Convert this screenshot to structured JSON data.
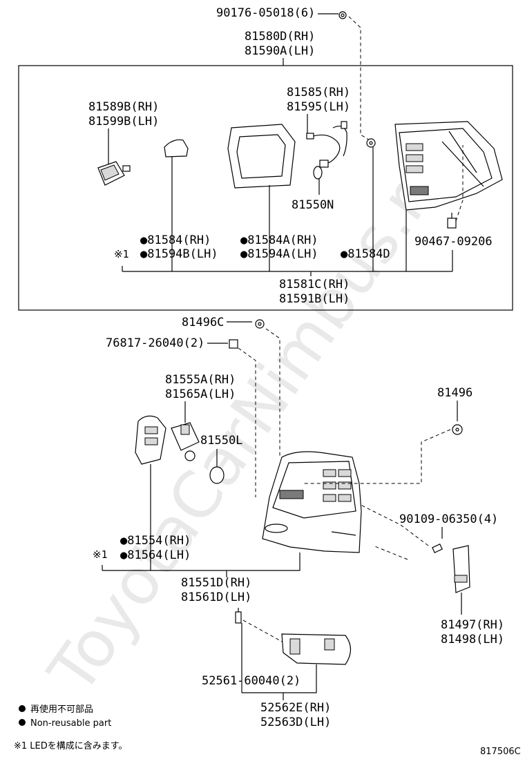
{
  "watermark": "ToyotaCarNimbus.ru",
  "upper": {
    "p_90176": "90176-05018(6)",
    "p_81580": "81580D(RH)",
    "p_81590": "81590A(LH)",
    "p_81589": "81589B(RH)",
    "p_81599": "81599B(LH)",
    "p_81585": "81585(RH)",
    "p_81595": "81595(LH)",
    "p_81550N": "81550N",
    "p_81584": "●81584(RH)",
    "p_81594B": "●81594B(LH)",
    "p_81584A": "●81584A(RH)",
    "p_81594A": "●81594A(LH)",
    "p_81584D": "●81584D",
    "p_90467": "90467-09206",
    "p_ref1": "※1",
    "p_81581": "81581C(RH)",
    "p_81591": "81591B(LH)"
  },
  "lower": {
    "p_81496C": "81496C",
    "p_76817": "76817-26040(2)",
    "p_81555": "81555A(RH)",
    "p_81565": "81565A(LH)",
    "p_81550L": "81550L",
    "p_81496": "81496",
    "p_90109": "90109-06350(4)",
    "p_81554": "●81554(RH)",
    "p_81564": "●81564(LH)",
    "p_ref1": "※1",
    "p_81551": "81551D(RH)",
    "p_81561": "81561D(LH)",
    "p_81497": "81497(RH)",
    "p_81498": "81498(LH)",
    "p_52561": "52561-60040(2)",
    "p_52562": "52562E(RH)",
    "p_52563": "52563D(LH)"
  },
  "legend": {
    "bullet_jp": "再使用不可部品",
    "bullet_en": "Non-reusable part",
    "note": "※1 LEDを構成に含みます。",
    "code": "817506C"
  }
}
